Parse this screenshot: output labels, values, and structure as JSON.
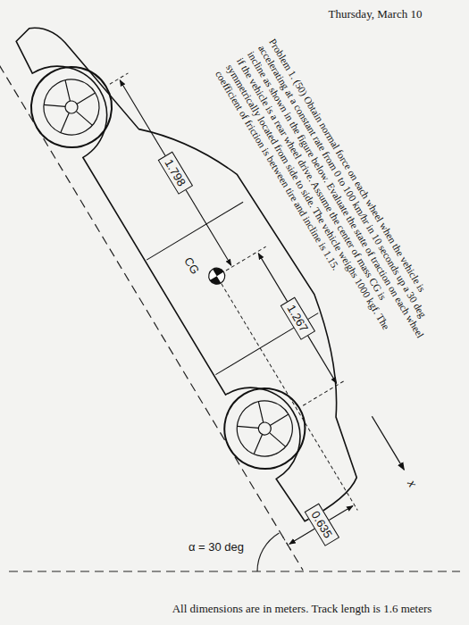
{
  "diagram": {
    "nodes": [
      {
        "text": [
          "1.798"
        ]
      },
      {
        "text": [
          "1.267"
        ]
      },
      {
        "text": [
          "0.635"
        ]
      }
    ],
    "labels": [
      "Thursday, March 10",
      "Problem 1. (50) Obtain normal force on each wheel when the vehicle is accelerating at a constant rate from 0 to 100 km/hr in 10 seconds up a 30 deg incline as shown in the figure below. Evaluate the state of traction on each wheel if the vehicle is a rear wheel drive. Assume the center of mass CG is symmetrically located from side to side. The vehicle weighs 1000 kgf. The coefficient of friction is between tire and incline is 1.15.",
      "CG",
      "x",
      "α = 30 deg",
      "All dimensions are in meters. Track length is 1.6 meters"
    ]
  }
}
